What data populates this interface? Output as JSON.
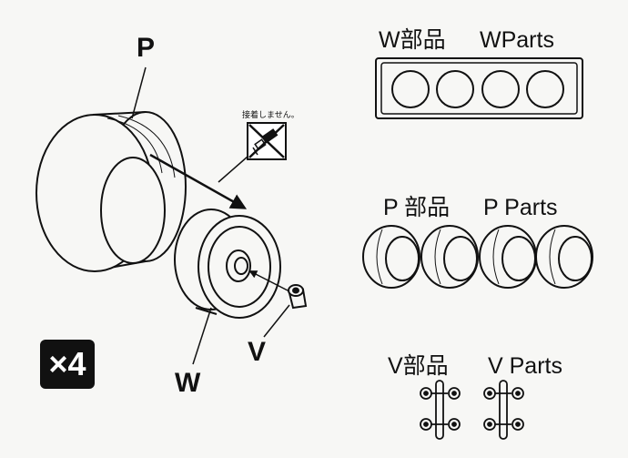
{
  "assembly": {
    "label_p": "P",
    "label_w": "W",
    "label_v": "V",
    "quantity_badge": "×4",
    "no_glue_note": "接着しません。"
  },
  "parts": {
    "w_title_jp": "W部品",
    "w_title_en": "WParts",
    "p_title_jp": "P 部品",
    "p_title_en": "P Parts",
    "v_title_jp": "V部品",
    "v_title_en": "V Parts"
  },
  "icons": {
    "no_glue": "no-glue-icon",
    "direction": "arrow-icon"
  },
  "colors": {
    "ink": "#111111",
    "paper": "#f7f7f5"
  }
}
